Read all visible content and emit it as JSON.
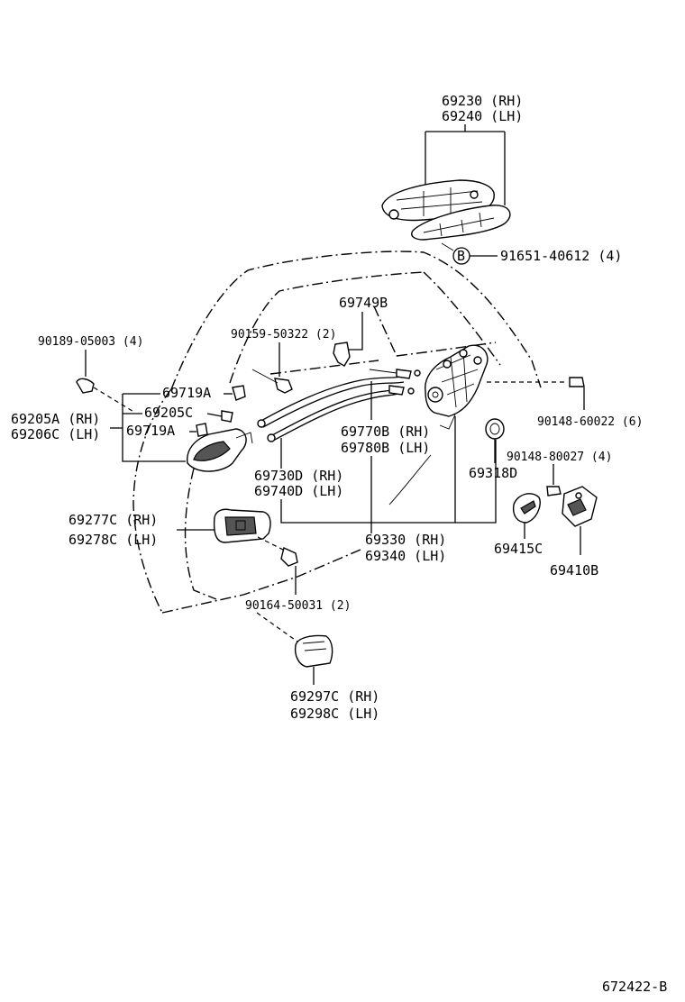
{
  "labels": {
    "lock_rh": "69230 (RH)",
    "lock_lh": "69240 (LH)",
    "screw_b": "91651-40612 (4)",
    "callout_b": "B",
    "bracket_69749b": "69749B",
    "bolt_90159": "90159-50322 (2)",
    "clip_90189": "90189-05003 (4)",
    "part_69719a_top": "69719A",
    "part_69205c": "69205C",
    "frame_rh": "69205A (RH)",
    "frame_lh": "69206C (LH)",
    "part_69719a_bottom": "69719A",
    "cable_69770b_rh": "69770B (RH)",
    "cable_69780b_lh": "69780B (LH)",
    "screw_90148_60022": "90148-60022 (6)",
    "screw_90148_80027": "90148-80027 (4)",
    "grommet_69318d": "69318D",
    "rod_69730d_rh": "69730D (RH)",
    "rod_69740d_lh": "69740D (LH)",
    "handle_69277c_rh": "69277C (RH)",
    "handle_69278c_lh": "69278C (LH)",
    "lock_69330_rh": "69330 (RH)",
    "lock_69340_lh": "69340 (LH)",
    "striker_69415c": "69415C",
    "striker_69410b": "69410B",
    "screw_90164": "90164-50031 (2)",
    "bezel_69297c_rh": "69297C (RH)",
    "bezel_69298c_lh": "69298C (LH)",
    "figure_id": "672422-B"
  }
}
